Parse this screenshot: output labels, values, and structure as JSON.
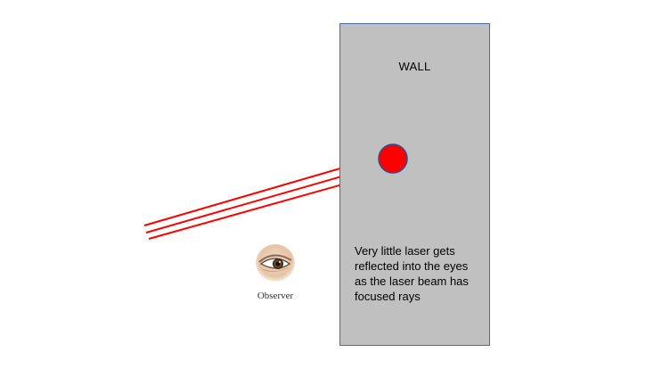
{
  "wall": {
    "label": "WALL",
    "note": "Very little laser gets\nreflected into the eyes\nas the laser beam has\nfocused rays",
    "fill_color": "#c0c0c0",
    "border_color": "#4a6aa5"
  },
  "laser_spot": {
    "color": "#ff0000"
  },
  "laser_rays": {
    "count": 3,
    "color": "#ff0000"
  },
  "observer": {
    "label": "Observer",
    "icon": "eye-icon"
  }
}
